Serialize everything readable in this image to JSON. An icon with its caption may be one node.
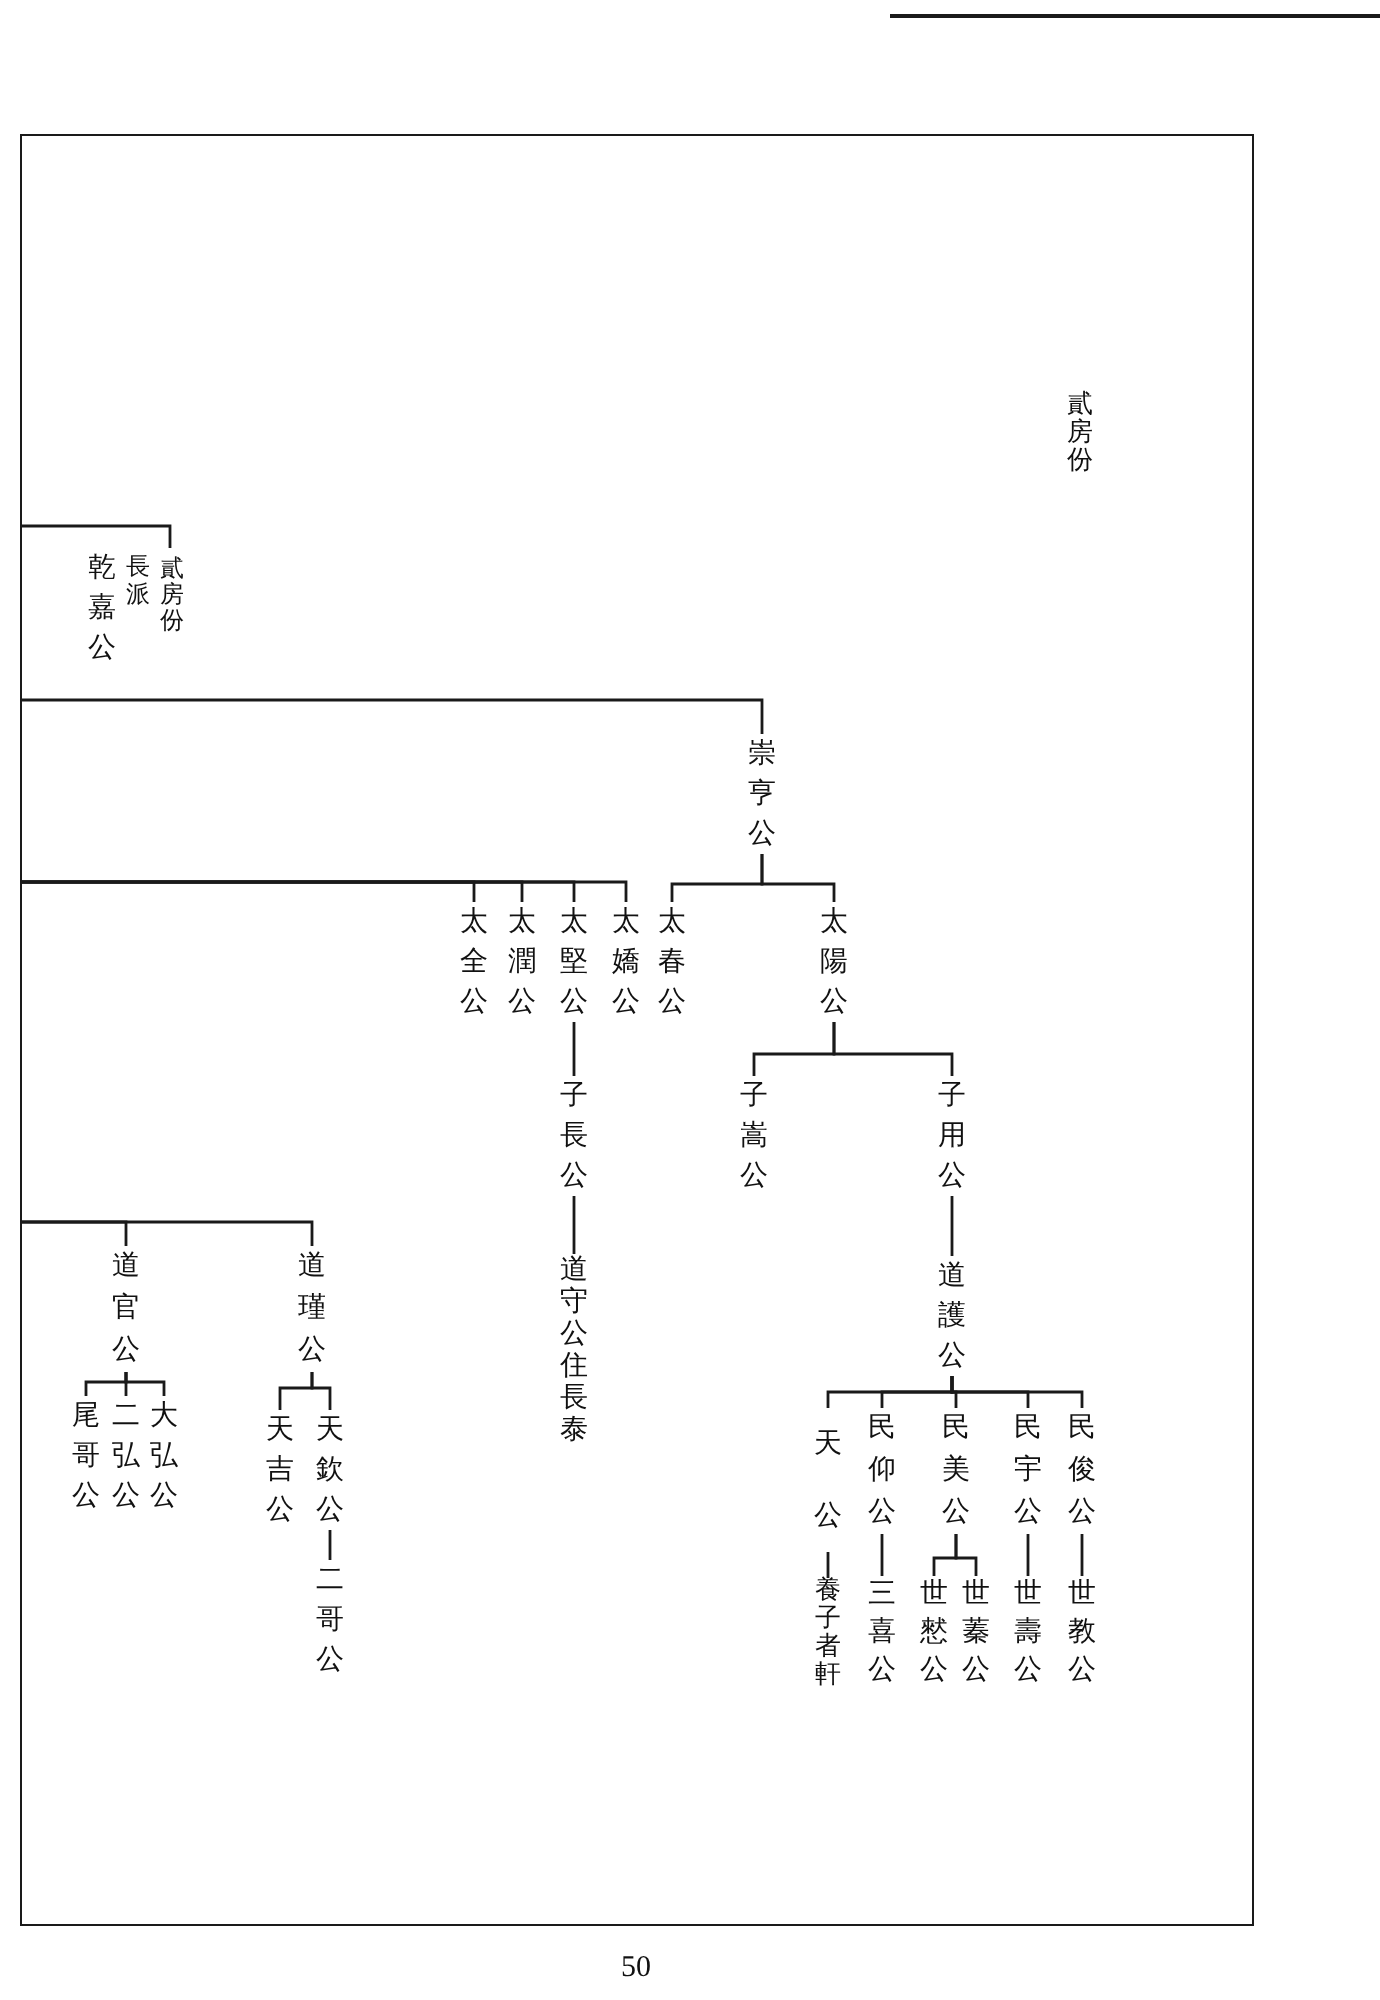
{
  "diagram": {
    "nodes": [
      {
        "text": [
          "貳房份長派乾嘉公"
        ]
      },
      {
        "text": [
          "崇亨公"
        ]
      },
      {
        "text": [
          "太全公"
        ]
      },
      {
        "text": [
          "太潤公"
        ]
      },
      {
        "text": [
          "太堅公"
        ]
      },
      {
        "text": [
          "太嬌公"
        ]
      },
      {
        "text": [
          "太春公"
        ]
      },
      {
        "text": [
          "太陽公"
        ]
      },
      {
        "text": [
          "子長公"
        ]
      },
      {
        "text": [
          "道守公住長泰"
        ]
      },
      {
        "text": [
          "子嵩公"
        ]
      },
      {
        "text": [
          "子用公"
        ]
      },
      {
        "text": [
          "道護公"
        ]
      },
      {
        "text": [
          "天公"
        ]
      },
      {
        "text": [
          "民仰公"
        ]
      },
      {
        "text": [
          "民美公"
        ]
      },
      {
        "text": [
          "民宇公"
        ]
      },
      {
        "text": [
          "民俊公"
        ]
      },
      {
        "text": [
          "養子者軒"
        ]
      },
      {
        "text": [
          "三喜公"
        ]
      },
      {
        "text": [
          "世憖公"
        ]
      },
      {
        "text": [
          "世蓁公"
        ]
      },
      {
        "text": [
          "世壽公"
        ]
      },
      {
        "text": [
          "世教公"
        ]
      },
      {
        "text": [
          "道官公"
        ]
      },
      {
        "text": [
          "道瑾公"
        ]
      },
      {
        "text": [
          "尾哥公"
        ]
      },
      {
        "text": [
          "二弘公"
        ]
      },
      {
        "text": [
          "大弘公"
        ]
      },
      {
        "text": [
          "天吉公"
        ]
      },
      {
        "text": [
          "天欽公"
        ]
      },
      {
        "text": [
          "二哥公"
        ]
      }
    ],
    "edges": [
      {
        "from": null,
        "to": 0,
        "arrow": "none"
      },
      {
        "from": null,
        "to": 1,
        "arrow": "none"
      },
      {
        "from": null,
        "to": 2,
        "arrow": "none"
      },
      {
        "from": null,
        "to": 3,
        "arrow": "none"
      },
      {
        "from": null,
        "to": 4,
        "arrow": "none"
      },
      {
        "from": null,
        "to": 5,
        "arrow": "none"
      },
      {
        "from": 1,
        "to": 6,
        "arrow": "none"
      },
      {
        "from": 1,
        "to": 7,
        "arrow": "none"
      },
      {
        "from": 4,
        "to": 8,
        "arrow": "none"
      },
      {
        "from": 8,
        "to": 9,
        "arrow": "none"
      },
      {
        "from": 7,
        "to": 10,
        "arrow": "none"
      },
      {
        "from": 7,
        "to": 11,
        "arrow": "none"
      },
      {
        "from": 11,
        "to": 12,
        "arrow": "none"
      },
      {
        "from": 12,
        "to": 13,
        "arrow": "none"
      },
      {
        "from": 12,
        "to": 14,
        "arrow": "none"
      },
      {
        "from": 12,
        "to": 15,
        "arrow": "none"
      },
      {
        "from": 12,
        "to": 16,
        "arrow": "none"
      },
      {
        "from": 12,
        "to": 17,
        "arrow": "none"
      },
      {
        "from": 13,
        "to": 18,
        "arrow": "none"
      },
      {
        "from": 14,
        "to": 19,
        "arrow": "none"
      },
      {
        "from": 15,
        "to": 20,
        "arrow": "none"
      },
      {
        "from": 15,
        "to": 21,
        "arrow": "none"
      },
      {
        "from": 16,
        "to": 22,
        "arrow": "none"
      },
      {
        "from": 17,
        "to": 23,
        "arrow": "none"
      },
      {
        "from": null,
        "to": 24,
        "arrow": "none"
      },
      {
        "from": null,
        "to": 25,
        "arrow": "none"
      },
      {
        "from": 24,
        "to": 26,
        "arrow": "none"
      },
      {
        "from": 24,
        "to": 27,
        "arrow": "none"
      },
      {
        "from": 24,
        "to": 28,
        "arrow": "none"
      },
      {
        "from": 25,
        "to": 29,
        "arrow": "none"
      },
      {
        "from": 25,
        "to": 30,
        "arrow": "none"
      },
      {
        "from": 30,
        "to": 31,
        "arrow": "none"
      }
    ],
    "labels": [
      "貳房份",
      "50"
    ]
  }
}
